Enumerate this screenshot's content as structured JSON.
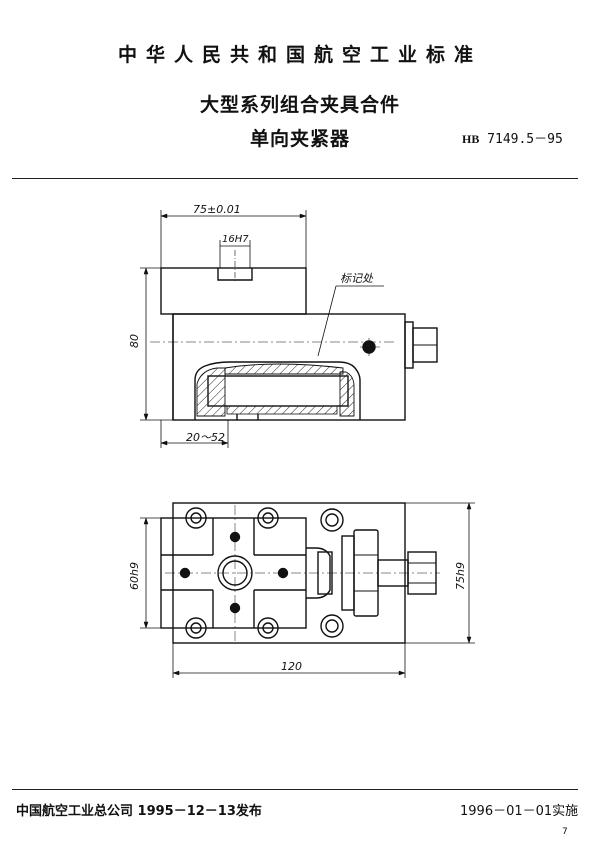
{
  "header": {
    "standard_name": "中华人民共和国航空工业标准"
  },
  "title": {
    "line1": "大型系列组合夹具合件",
    "line2": "单向夹紧器"
  },
  "standard_number": {
    "prefix": "HB",
    "number": "7149.5－95"
  },
  "drawing": {
    "dim_top_width": "75±0.01",
    "dim_slot": "16H7",
    "marking_label": "标记处",
    "dim_height": "80",
    "dim_travel": "20～52",
    "dim_plan_height": "60h9",
    "dim_plan_width": "120",
    "dim_plan_total": "75h9"
  },
  "footer": {
    "issuer": "中国航空工业总公司 1995－12－13发布",
    "effective": "1996－01－01实施",
    "page": "7"
  }
}
